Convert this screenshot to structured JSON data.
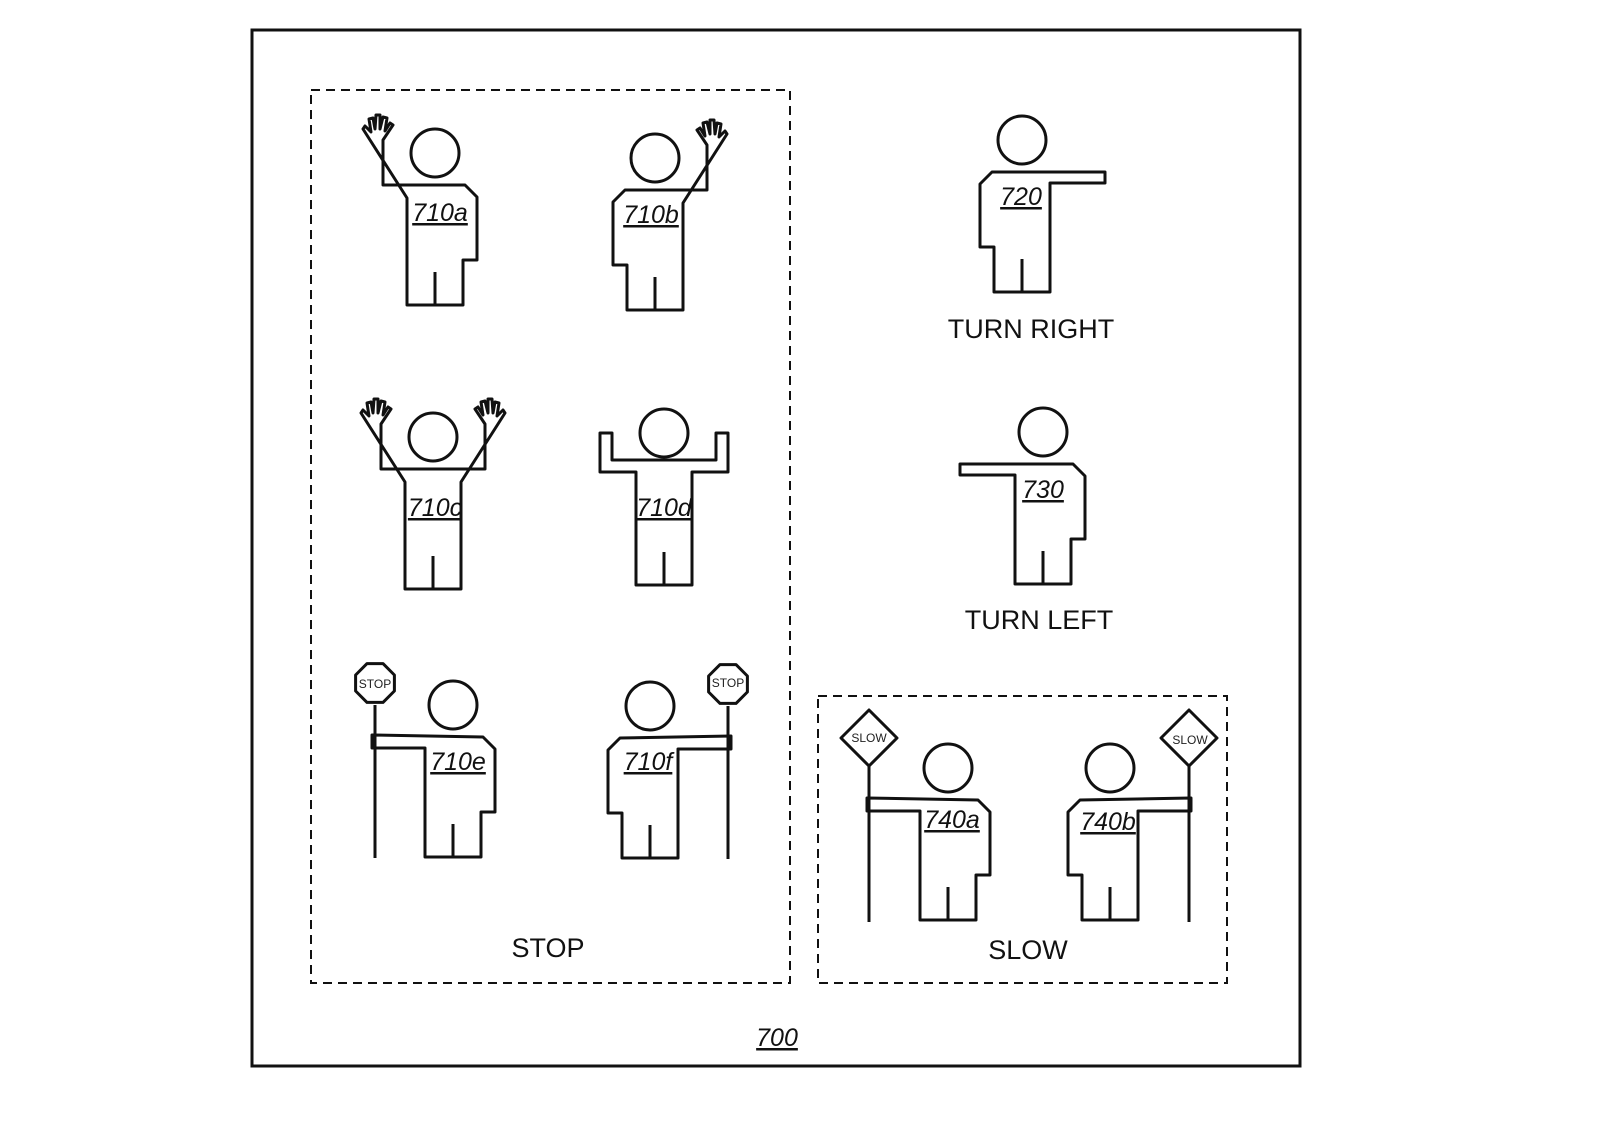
{
  "figure_number": "700",
  "groups": {
    "stop": {
      "caption": "STOP"
    },
    "turn_right": {
      "caption": "TURN RIGHT"
    },
    "turn_left": {
      "caption": "TURN LEFT"
    },
    "slow": {
      "caption": "SLOW"
    }
  },
  "figures": {
    "f710a": {
      "label": "710a"
    },
    "f710b": {
      "label": "710b"
    },
    "f710c": {
      "label": "710c"
    },
    "f710d": {
      "label": "710d"
    },
    "f710e": {
      "label": "710e",
      "sign_text": "STOP"
    },
    "f710f": {
      "label": "710f",
      "sign_text": "STOP"
    },
    "f720": {
      "label": "720"
    },
    "f730": {
      "label": "730"
    },
    "f740a": {
      "label": "740a",
      "sign_text": "SLOW"
    },
    "f740b": {
      "label": "740b",
      "sign_text": "SLOW"
    }
  }
}
